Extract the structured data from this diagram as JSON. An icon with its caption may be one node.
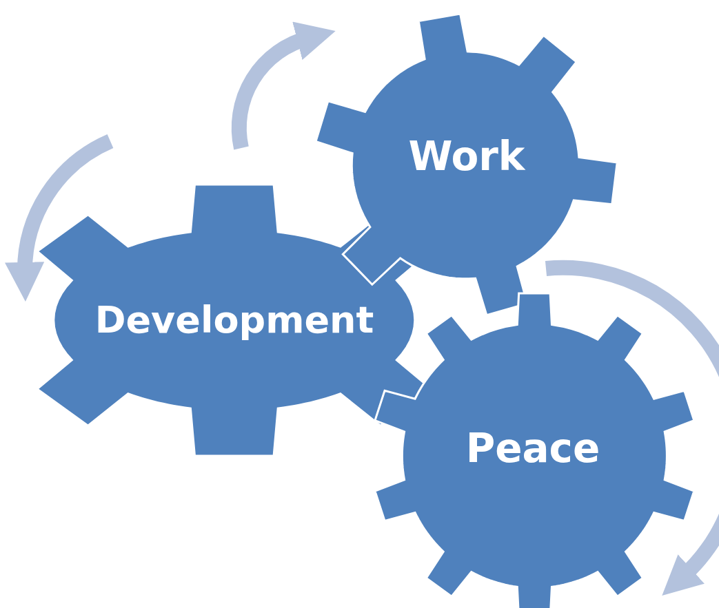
{
  "diagram": {
    "nodes": [
      {
        "text": [
          "Development"
        ]
      },
      {
        "text": [
          "Work"
        ]
      },
      {
        "text": [
          "Peace"
        ]
      }
    ]
  }
}
